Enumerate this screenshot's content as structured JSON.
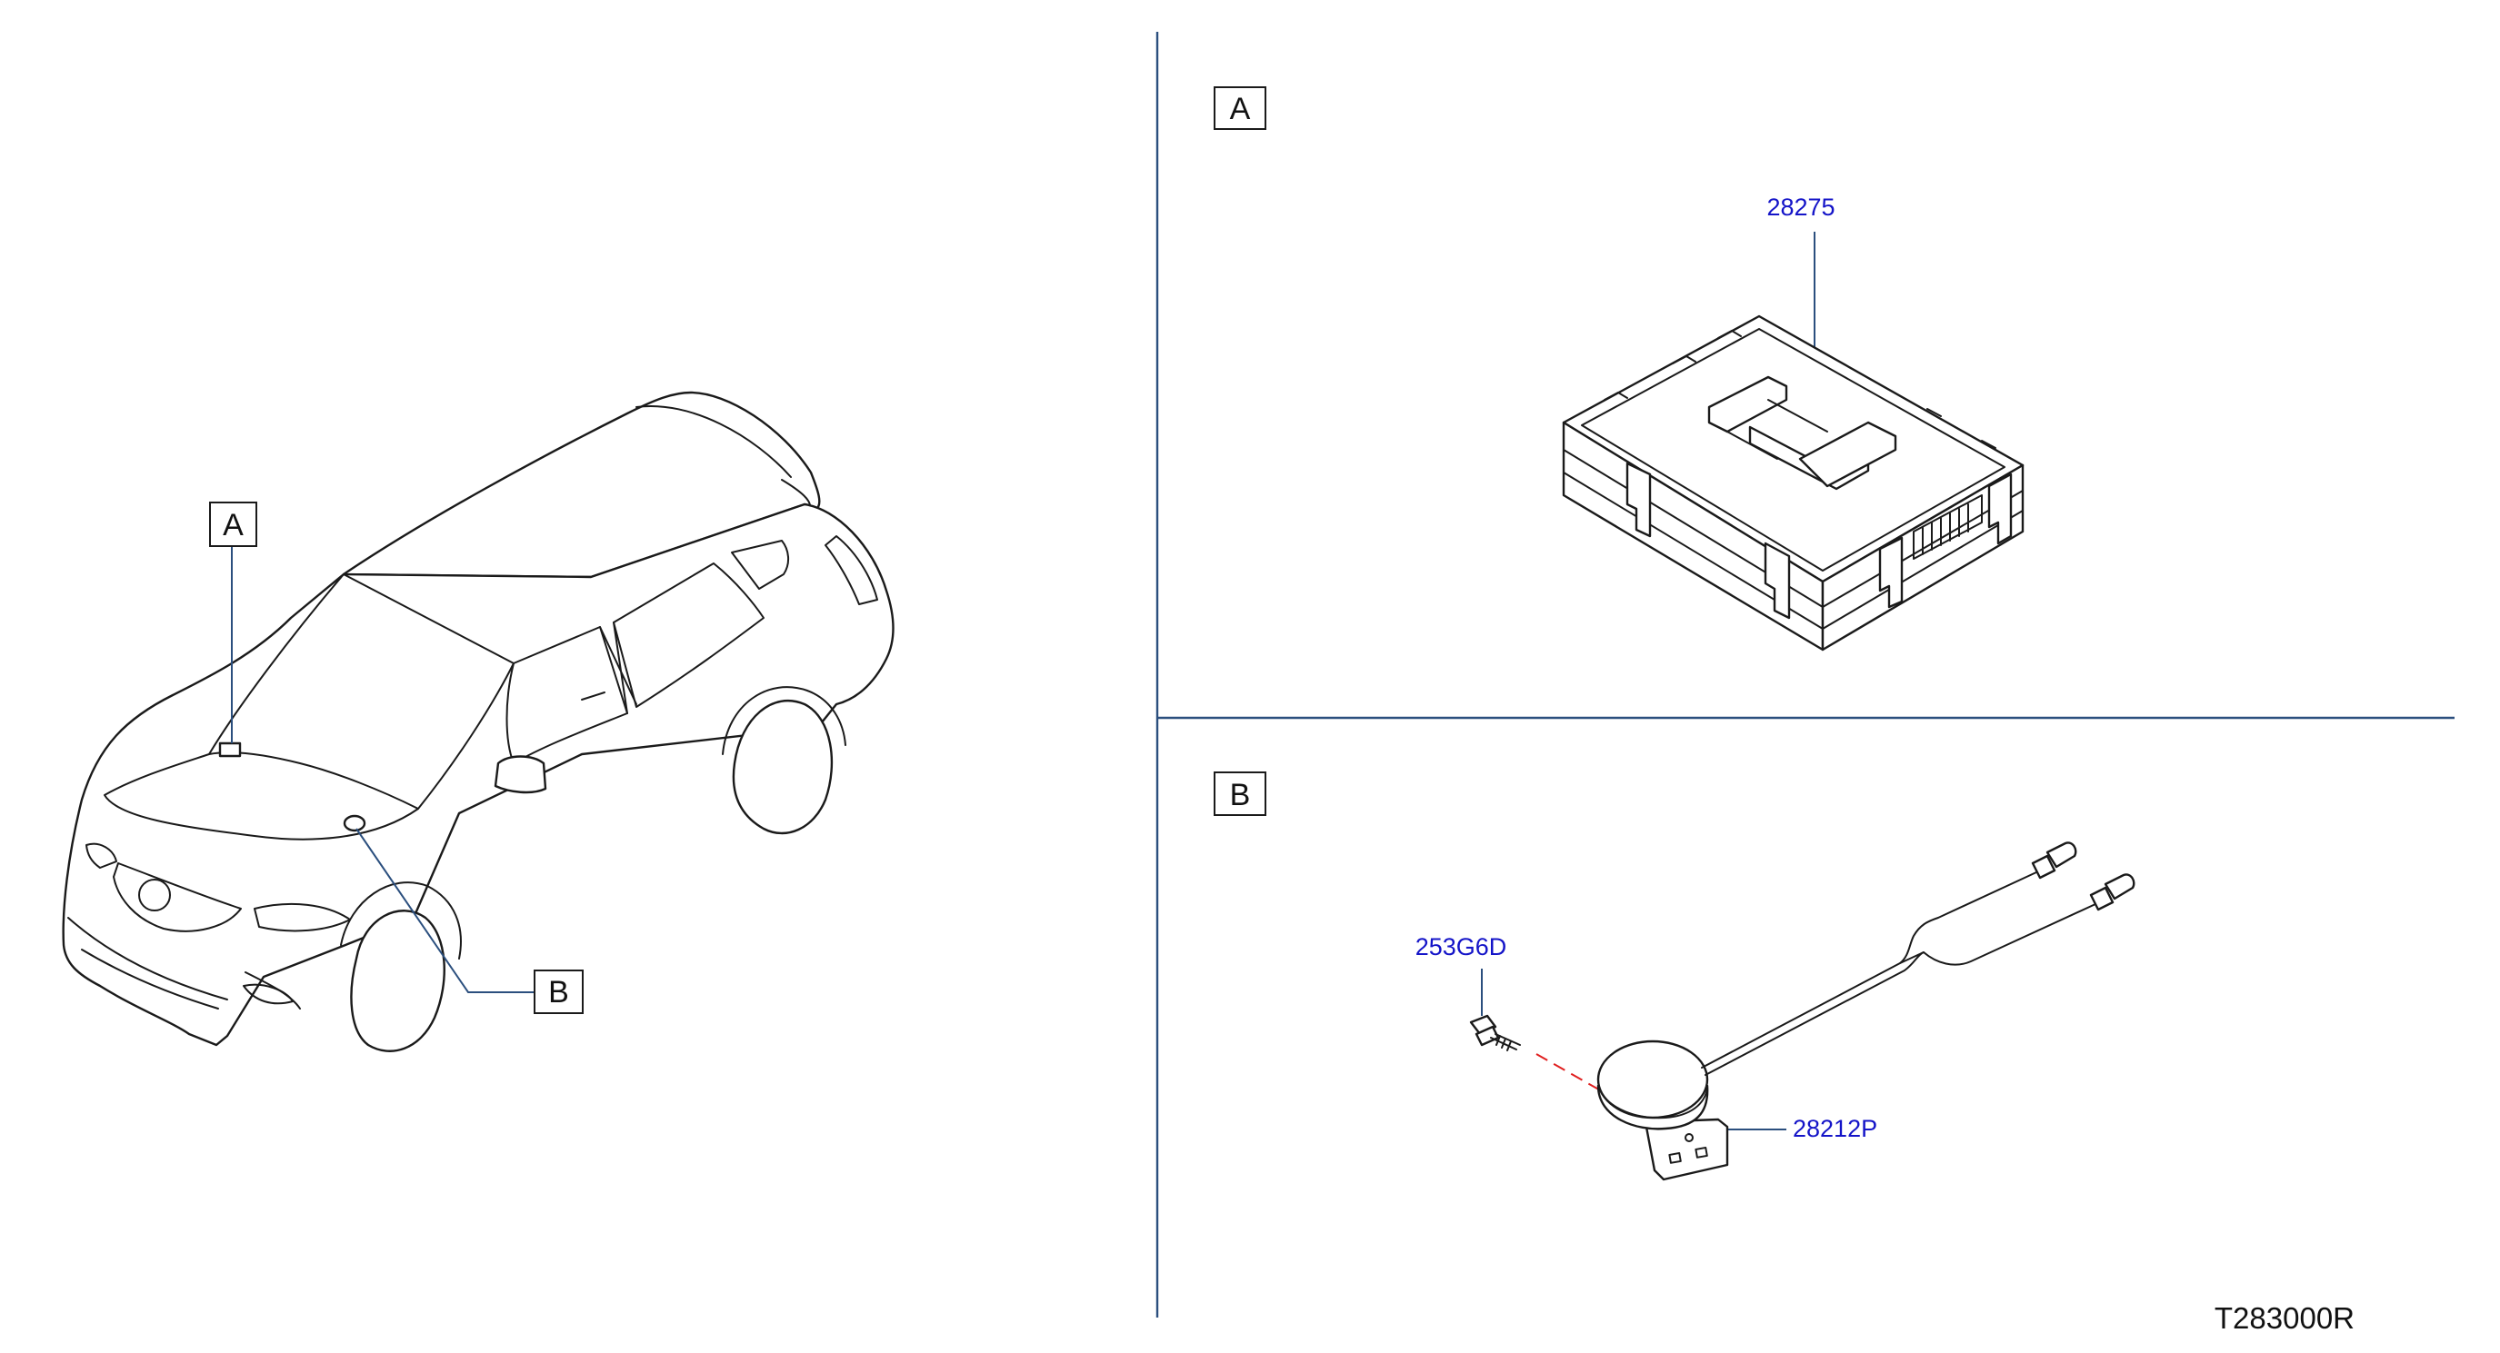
{
  "colors": {
    "part_number": "#1414c8",
    "leader": "#2b4f7e",
    "divider": "#2b4f7e",
    "line": "#1a1a1a",
    "install_guide": "#e02020"
  },
  "overview": {
    "callout_a": "A",
    "callout_b": "B"
  },
  "section_a": {
    "label": "A",
    "part_number": "28275"
  },
  "section_b": {
    "label": "B",
    "screw_part_number": "253G6D",
    "antenna_part_number": "28212P"
  },
  "diagram_code": "T283000R"
}
